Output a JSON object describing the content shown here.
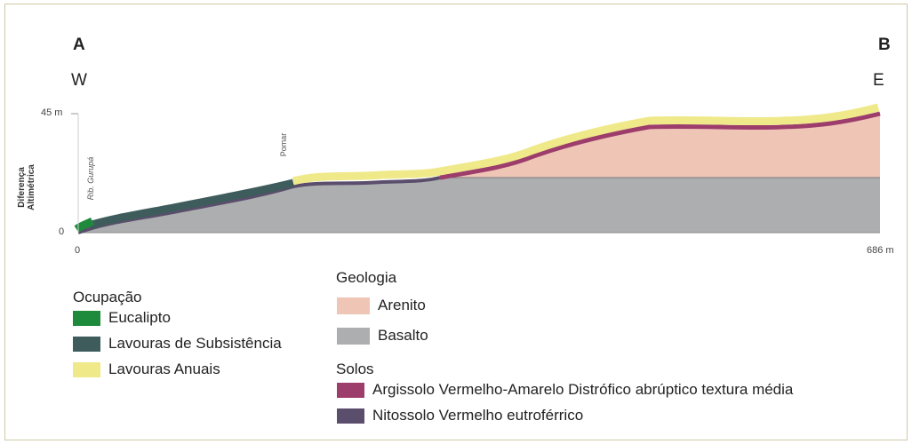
{
  "profile": {
    "point_a": "A",
    "point_b": "B",
    "dir_west": "W",
    "dir_east": "E",
    "y_max_label": "45 m",
    "y_min_label": "0",
    "x_min_label": "0",
    "x_max_label": "686 m",
    "y_axis_title_line1": "Diferença",
    "y_axis_title_line2": "Altimétrica",
    "annotation_river": "Rib. Gurupá",
    "annotation_orchard": "Pomar"
  },
  "legend": {
    "ocupacao": {
      "title": "Ocupação",
      "items": [
        {
          "label": "Eucalipto",
          "color": "#1e8a3c"
        },
        {
          "label": "Lavouras de Subsistência",
          "color": "#3f5c5c"
        },
        {
          "label": "Lavouras Anuais",
          "color": "#efe98a"
        }
      ]
    },
    "geologia": {
      "title": "Geologia",
      "items": [
        {
          "label": "Arenito",
          "color": "#efc5b6"
        },
        {
          "label": "Basalto",
          "color": "#acaeb0"
        }
      ]
    },
    "solos": {
      "title": "Solos",
      "items": [
        {
          "label": "Argissolo Vermelho-Amarelo Distrófico abrúptico textura média",
          "color": "#9c3d6c"
        },
        {
          "label": "Nitossolo Vermelho eutroférrico",
          "color": "#5a4e6c"
        }
      ]
    }
  }
}
